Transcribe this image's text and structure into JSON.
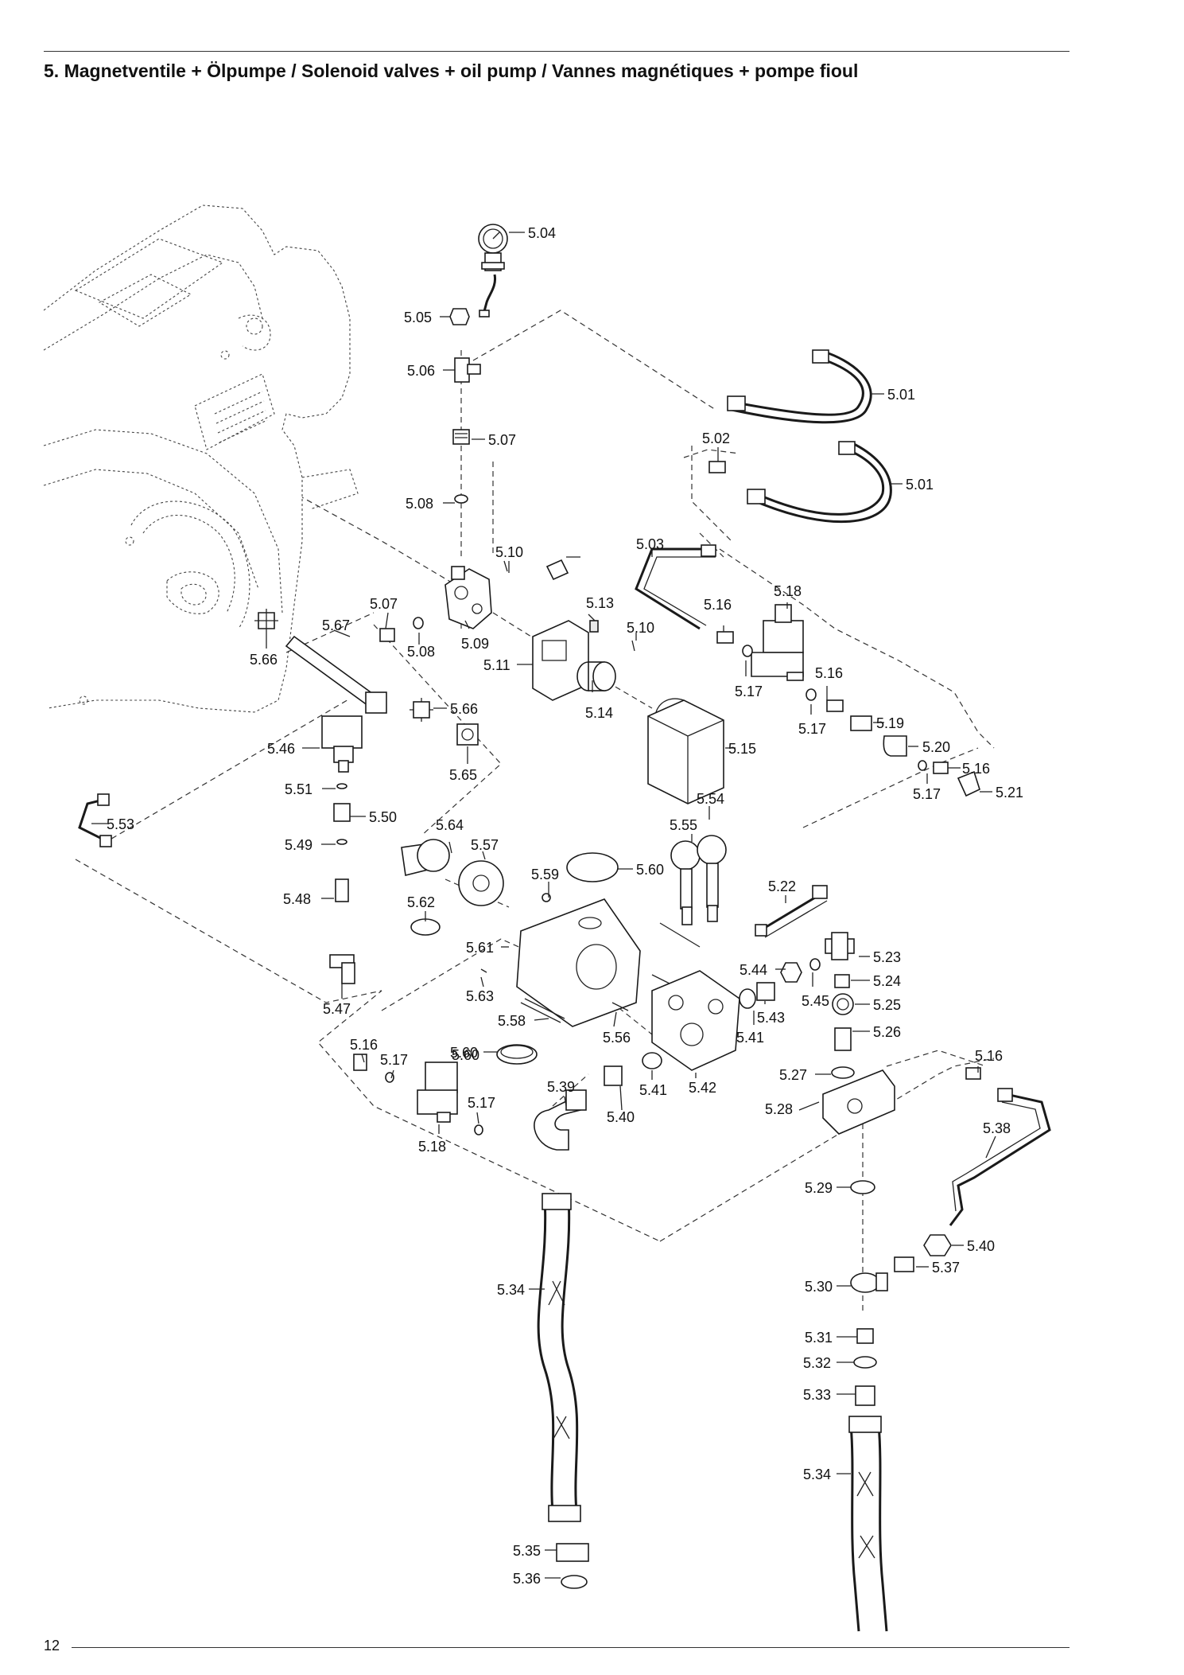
{
  "header": {
    "title": "5. Magnetventile + Ölpumpe / Solenoid valves + oil pump / Vannes magnétiques + pompe fioul"
  },
  "footer": {
    "page_number": "12"
  },
  "callouts": {
    "c501a": "5.01",
    "c501b": "5.01",
    "c502": "5.02",
    "c503": "5.03",
    "c504": "5.04",
    "c505": "5.05",
    "c506": "5.06",
    "c507a": "5.07",
    "c507b": "5.07",
    "c508a": "5.08",
    "c508b": "5.08",
    "c509": "5.09",
    "c510a": "5.10",
    "c510b": "5.10",
    "c511": "5.11",
    "c513": "5.13",
    "c514": "5.14",
    "c515": "5.15",
    "c516a": "5.16",
    "c516b": "5.16",
    "c516c": "5.16",
    "c516d": "5.16",
    "c516e": "5.16",
    "c517a": "5.17",
    "c517b": "5.17",
    "c517c": "5.17",
    "c517d": "5.17",
    "c517e": "5.17",
    "c518a": "5.18",
    "c518b": "5.18",
    "c519": "5.19",
    "c520": "5.20",
    "c521": "5.21",
    "c522": "5.22",
    "c523": "5.23",
    "c524": "5.24",
    "c525": "5.25",
    "c526": "5.26",
    "c527": "5.27",
    "c528": "5.28",
    "c529": "5.29",
    "c530": "5.30",
    "c531": "5.31",
    "c532": "5.32",
    "c533": "5.33",
    "c534a": "5.34",
    "c534b": "5.34",
    "c535": "5.35",
    "c536": "5.36",
    "c537": "5.37",
    "c538": "5.38",
    "c539": "5.39",
    "c540a": "5.40",
    "c540b": "5.40",
    "c541a": "5.41",
    "c541b": "5.41",
    "c542": "5.42",
    "c543": "5.43",
    "c544": "5.44",
    "c545": "5.45",
    "c546": "5.46",
    "c547": "5.47",
    "c548": "5.48",
    "c549": "5.49",
    "c550": "5.50",
    "c551": "5.51",
    "c553": "5.53",
    "c554": "5.54",
    "c555": "5.55",
    "c556": "5.56",
    "c557": "5.57",
    "c558": "5.58",
    "c559": "5.59",
    "c560a": "5.60",
    "c560b": "5.60",
    "c561": "5.61",
    "c562": "5.62",
    "c563": "5.63",
    "c564": "5.64",
    "c565": "5.65",
    "c566a": "5.66",
    "c566b": "5.66",
    "c567": "5.67"
  }
}
